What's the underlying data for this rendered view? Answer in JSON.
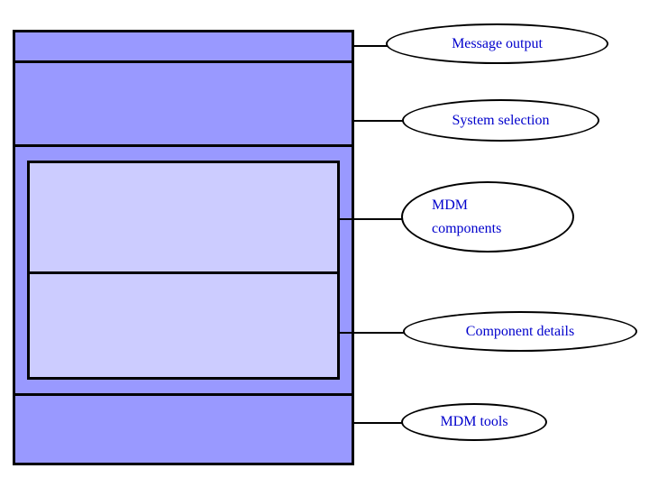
{
  "diagram": {
    "description": "Annotated layout diagram of an MDM application window with callout labels",
    "callouts": {
      "message_output": {
        "label": "Message output"
      },
      "system_selection": {
        "label": "System selection"
      },
      "mdm_components": {
        "line1": "MDM",
        "line2": "components"
      },
      "component_details": {
        "label": "Component details"
      },
      "mdm_tools": {
        "label": "MDM tools"
      }
    },
    "colors": {
      "panel_fill": "#9999ff",
      "inner_panel_fill": "#ccccff",
      "callout_fill": "#ffffff",
      "outline": "#000000",
      "label_text": "#0000cc",
      "background": "#ffffff"
    }
  }
}
